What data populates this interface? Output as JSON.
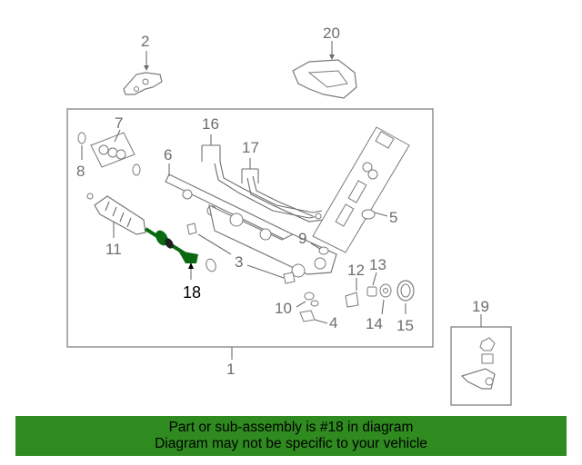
{
  "diagram": {
    "callouts": {
      "c1": "1",
      "c2": "2",
      "c3": "3",
      "c4": "4",
      "c5": "5",
      "c6": "6",
      "c7": "7",
      "c8": "8",
      "c9": "9",
      "c10": "10",
      "c11": "11",
      "c12": "12",
      "c13": "13",
      "c14": "14",
      "c15": "15",
      "c16": "16",
      "c17": "17",
      "c18": "18",
      "c19": "19",
      "c20": "20"
    },
    "highlighted_part": "18",
    "highlight_color": "#0a6a12"
  },
  "footer": {
    "line1": "Part or sub-assembly is #18 in diagram",
    "line2": "Diagram may not be specific to your vehicle",
    "background": "#2f8a1f"
  }
}
